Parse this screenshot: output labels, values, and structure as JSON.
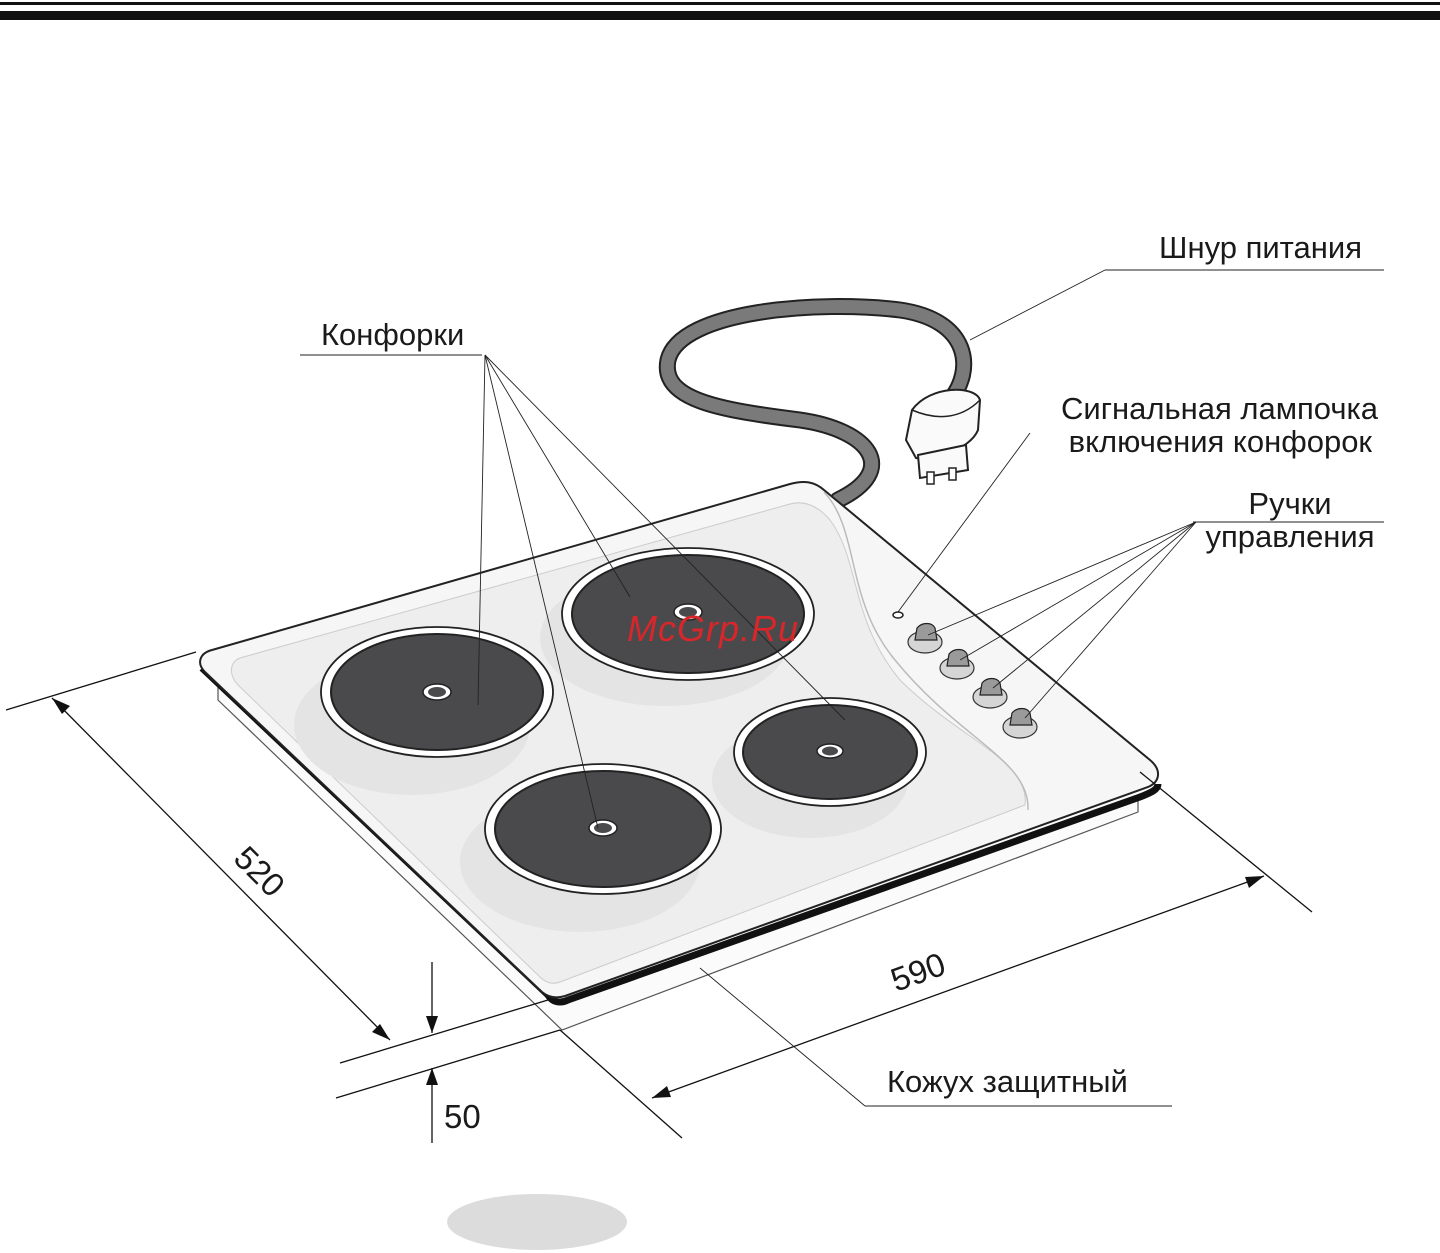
{
  "labels": {
    "power_cord": "Шнур питания",
    "burners": "Конфорки",
    "indicator_line1": "Сигнальная лампочка",
    "indicator_line2": "включения конфорок",
    "knobs_line1": "Ручки",
    "knobs_line2": "управления",
    "shield": "Кожух защитный"
  },
  "dimensions": {
    "depth": "520",
    "width": "590",
    "height": "50"
  },
  "watermark": "McGrp.Ru",
  "colors": {
    "burner": "#4a4a4c",
    "hob_surface": "#f2f2f2",
    "cord": "#7a7a7a",
    "watermark": "#d8262b",
    "page_marker": "#dcdcdc"
  }
}
